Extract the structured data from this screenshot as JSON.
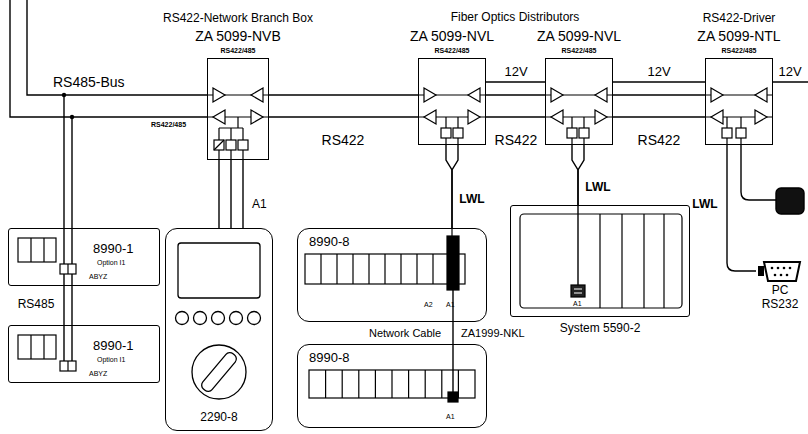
{
  "diagram": {
    "nodes": [
      {
        "text": [
          "RS422-Network Branch Box",
          "ZA 5099-NVB",
          "RS422/485"
        ]
      },
      {
        "text": [
          "ZA 5099-NVL",
          "RS422/485"
        ]
      },
      {
        "text": [
          "ZA 5099-NVL",
          "RS422/485"
        ]
      },
      {
        "text": [
          "RS422-Driver",
          "ZA 5099-NTL",
          "RS422/485"
        ]
      },
      {
        "text": [
          "8990-1",
          "Option I1",
          "ABYZ"
        ]
      },
      {
        "text": [
          "8990-1",
          "Option I1",
          "ABYZ"
        ]
      },
      {
        "text": [
          "2290-8"
        ]
      },
      {
        "text": [
          "8990-8",
          "A2",
          "A1"
        ]
      },
      {
        "text": [
          "8990-8",
          "A1"
        ]
      },
      {
        "text": [
          "A1",
          "System 5590-2"
        ]
      },
      {
        "text": [
          "PC RS232"
        ]
      }
    ],
    "edges": [
      {
        "from": 0,
        "to": 1,
        "label": "RS422",
        "arrow": "none"
      },
      {
        "from": 1,
        "to": 2,
        "label": "12V",
        "arrow": "none"
      },
      {
        "from": 1,
        "to": 2,
        "label": "RS422",
        "arrow": "none"
      },
      {
        "from": 2,
        "to": 3,
        "label": "12V",
        "arrow": "none"
      },
      {
        "from": 2,
        "to": 3,
        "label": "RS422",
        "arrow": "none"
      },
      {
        "from": 0,
        "to": 6,
        "label": "A1",
        "arrow": "none"
      },
      {
        "from": 1,
        "to": 7,
        "label": "LWL",
        "arrow": "none"
      },
      {
        "from": 2,
        "to": 9,
        "label": "LWL",
        "arrow": "none"
      },
      {
        "from": 3,
        "to": 10,
        "label": "LWL",
        "arrow": "none"
      },
      {
        "from": 4,
        "to": 5,
        "label": "RS485",
        "arrow": "none"
      },
      {
        "from": 7,
        "to": 8,
        "label": "ZA1999-NKL",
        "arrow": "none"
      }
    ],
    "labels": [
      "RS485-Bus",
      "RS422/485",
      "Fiber Optics Distributors",
      "12V",
      "Network Cable"
    ]
  }
}
